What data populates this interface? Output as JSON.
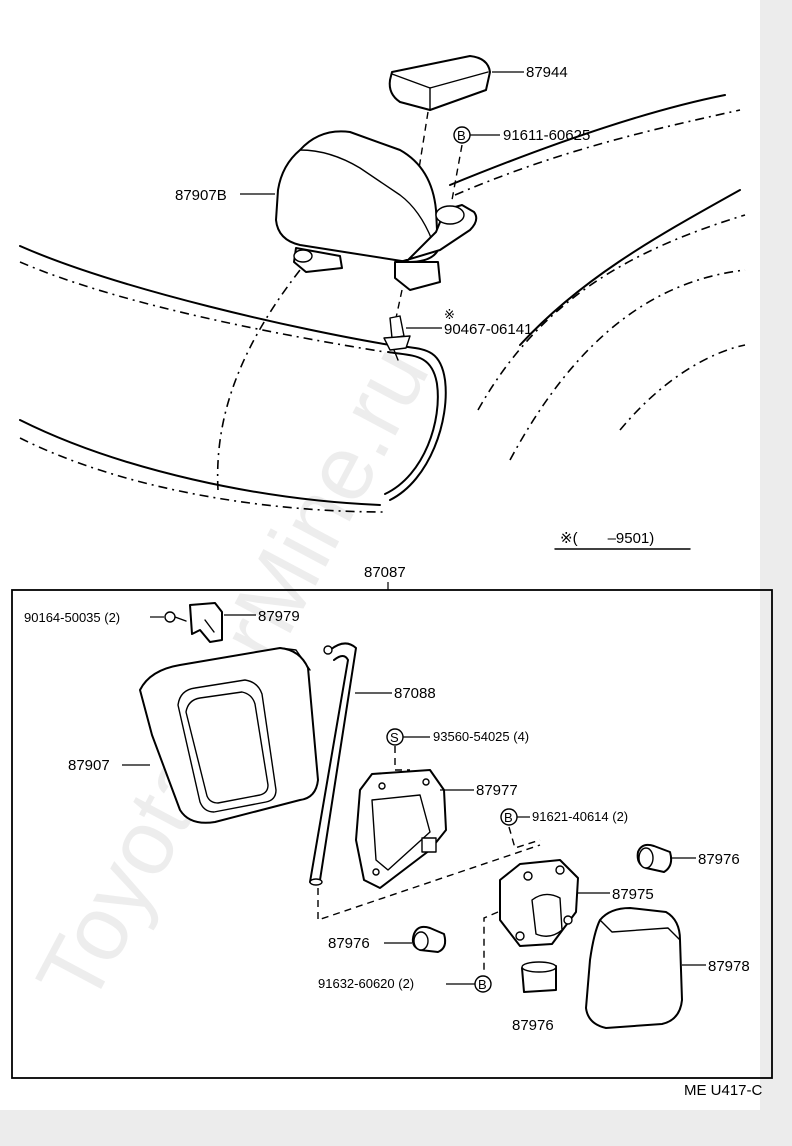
{
  "watermark": "ToyotaCarMine.ru",
  "footer_code": "ME U417-C",
  "top_note": "※(　　–9501)",
  "top_labels": {
    "cover": "87944",
    "screw_top": "91611-60625",
    "mirror_assy": "87907B",
    "clip_star": "※",
    "clip": "90467-06141"
  },
  "kit_label": "87087",
  "kit_labels": {
    "screw_left": "90164-50035 (2)",
    "bracket": "87979",
    "hose": "87088",
    "mirror": "87907",
    "screw_s": "93560-54025 (4)",
    "base": "87977",
    "screw_b1": "91621-40614 (2)",
    "bushing_right": "87976",
    "pivot": "87975",
    "bushing_left": "87976",
    "screw_b2": "91632-60620 (2)",
    "cover_right": "87978",
    "bushing_bottom": "87976"
  },
  "symbols": {
    "b_symbol": "B",
    "s_symbol": "S"
  }
}
